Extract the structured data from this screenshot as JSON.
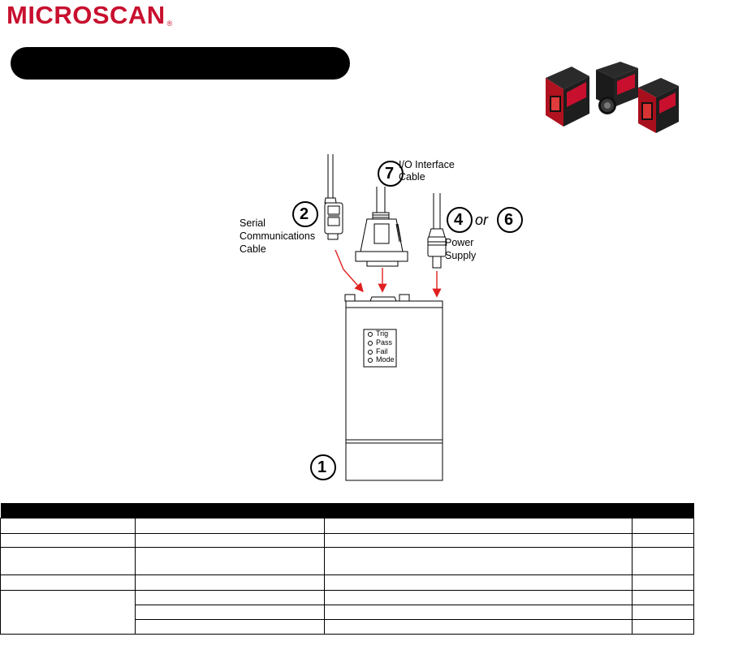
{
  "brand": {
    "logo_text": "MICROSCAN",
    "logo_mark": "®",
    "logo_color": "#c8102e"
  },
  "title_bar": {
    "text": ""
  },
  "product_photo": {
    "icon": "scanner-product-photo",
    "accent": "#c8102e"
  },
  "diagram": {
    "callouts": {
      "scanner": "1",
      "serial": "2",
      "power_a": "4",
      "power_or": "or",
      "power_b": "6",
      "io": "7"
    },
    "labels": {
      "serial_line1": "Serial",
      "serial_line2": "Communications",
      "serial_line3": "Cable",
      "io_line1": "I/O Interface",
      "io_line2": "Cable",
      "power_line1": "Power",
      "power_line2": "Supply"
    },
    "leds": [
      "Trig",
      "Pass",
      "Fail",
      "Mode"
    ],
    "arrow_color": "#e02020"
  },
  "table": {
    "header": [
      "",
      "",
      "",
      ""
    ],
    "rows": [
      [
        "",
        "",
        "",
        ""
      ],
      [
        "",
        "",
        "",
        ""
      ],
      [
        "",
        "",
        "",
        ""
      ],
      [
        "",
        "",
        "",
        ""
      ],
      [
        "",
        "",
        "",
        ""
      ],
      [
        "",
        "",
        "",
        ""
      ],
      [
        "",
        "",
        "",
        ""
      ]
    ]
  }
}
